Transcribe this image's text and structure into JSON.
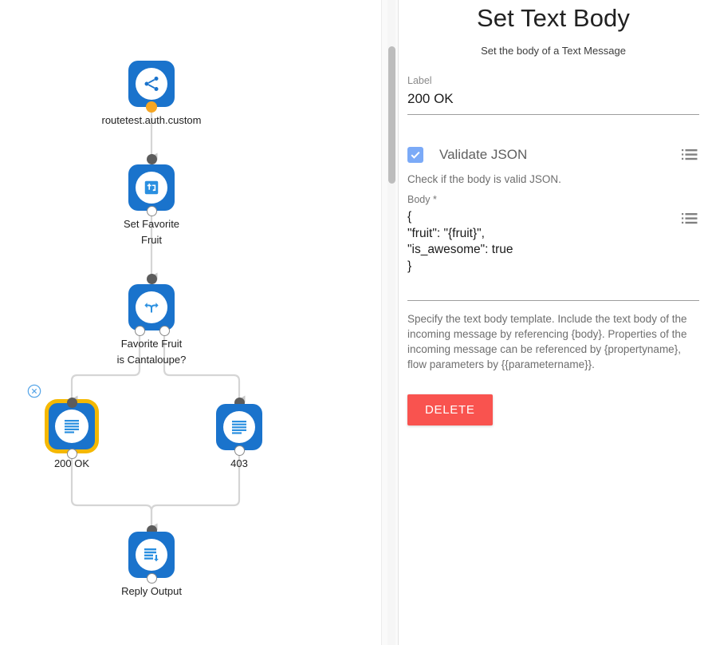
{
  "panel": {
    "title": "Set Text Body",
    "subtitle": "Set the body of a Text Message",
    "label_field": {
      "label": "Label",
      "value": "200 OK"
    },
    "validate_json": {
      "label": "Validate JSON",
      "checked": true,
      "hint": "Check if the body is valid JSON.",
      "list_icon": "list-icon"
    },
    "body_field": {
      "label": "Body *",
      "value": "{\n\"fruit\": \"{fruit}\",\n\"is_awesome\": true\n}",
      "list_icon": "list-icon"
    },
    "helper_text": "Specify the text body template. Include the text body of the incoming message by referencing {body}. Properties of the incoming message can be referenced by {propertyname}, flow parameters by {{parametername}}.",
    "delete_label": "DELETE",
    "delete_color": "#f9534f"
  },
  "canvas": {
    "accent_node_color": "#1a73cc",
    "selected_outline_color": "#f5b800",
    "amber_port_color": "#f5a623",
    "connector_color": "#d5d5d5",
    "nodes": [
      {
        "id": "route-trigger",
        "label": "routetest.auth.custom",
        "label_line2": "",
        "icon": "share-icon",
        "selected": false
      },
      {
        "id": "set-favorite-fruit",
        "label": "Set Favorite",
        "label_line2": "Fruit",
        "icon": "set-property-icon",
        "selected": false
      },
      {
        "id": "favorite-fruit-decision",
        "label": "Favorite Fruit",
        "label_line2": "is Cantaloupe?",
        "icon": "branch-icon",
        "selected": false
      },
      {
        "id": "response-200-ok",
        "label": "200 OK",
        "label_line2": "",
        "icon": "text-body-icon",
        "selected": true
      },
      {
        "id": "response-403",
        "label": "403",
        "label_line2": "",
        "icon": "text-body-icon",
        "selected": false
      },
      {
        "id": "reply-output",
        "label": "Reply Output",
        "label_line2": "",
        "icon": "reply-output-icon",
        "selected": false
      }
    ],
    "delete_badge_icon": "circle-x-icon"
  }
}
